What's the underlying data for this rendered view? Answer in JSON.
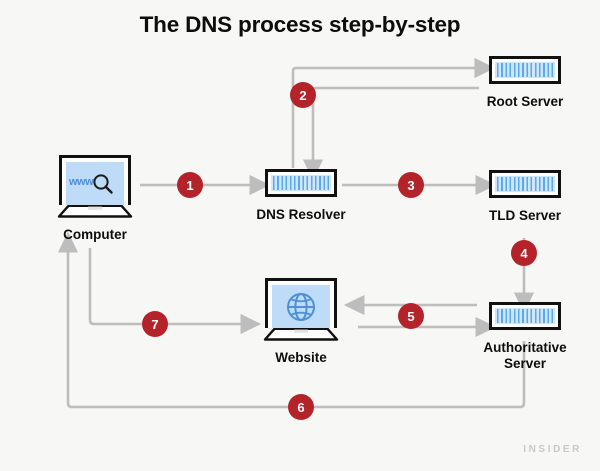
{
  "page": {
    "title": "The DNS process step-by-step",
    "background_color": "#f7f7f5",
    "watermark": "INSIDER"
  },
  "theme": {
    "badge_color": "#b5232a",
    "badge_text_color": "#ffffff",
    "arrow_color": "#bdbdbd",
    "screen_blue": "#bedcf7",
    "stripe_blue": "#5aa9e8",
    "outline_black": "#111111",
    "text_color": "#0d0d0d",
    "watermark_color": "#c9c9c9"
  },
  "nodes": [
    {
      "id": "computer",
      "label": "Computer",
      "icon": "laptop-search-icon"
    },
    {
      "id": "dns_resolver",
      "label": "DNS Resolver",
      "icon": "server-icon"
    },
    {
      "id": "root_server",
      "label": "Root Server",
      "icon": "server-icon"
    },
    {
      "id": "tld_server",
      "label": "TLD Server",
      "icon": "server-icon"
    },
    {
      "id": "authoritative",
      "label": "Authoritative\nServer",
      "icon": "server-icon"
    },
    {
      "id": "website",
      "label": "Website",
      "icon": "laptop-globe-icon"
    }
  ],
  "steps": [
    {
      "number": "1",
      "from": "computer",
      "to": "dns_resolver"
    },
    {
      "number": "2",
      "from": "dns_resolver",
      "to": "root_server"
    },
    {
      "number": "3",
      "from": "dns_resolver",
      "to": "tld_server"
    },
    {
      "number": "4",
      "from": "tld_server",
      "to": "authoritative"
    },
    {
      "number": "5",
      "from": "authoritative",
      "to": "website"
    },
    {
      "number": "6",
      "from": "authoritative",
      "to": "computer"
    },
    {
      "number": "7",
      "from": "computer",
      "to": "website"
    }
  ]
}
